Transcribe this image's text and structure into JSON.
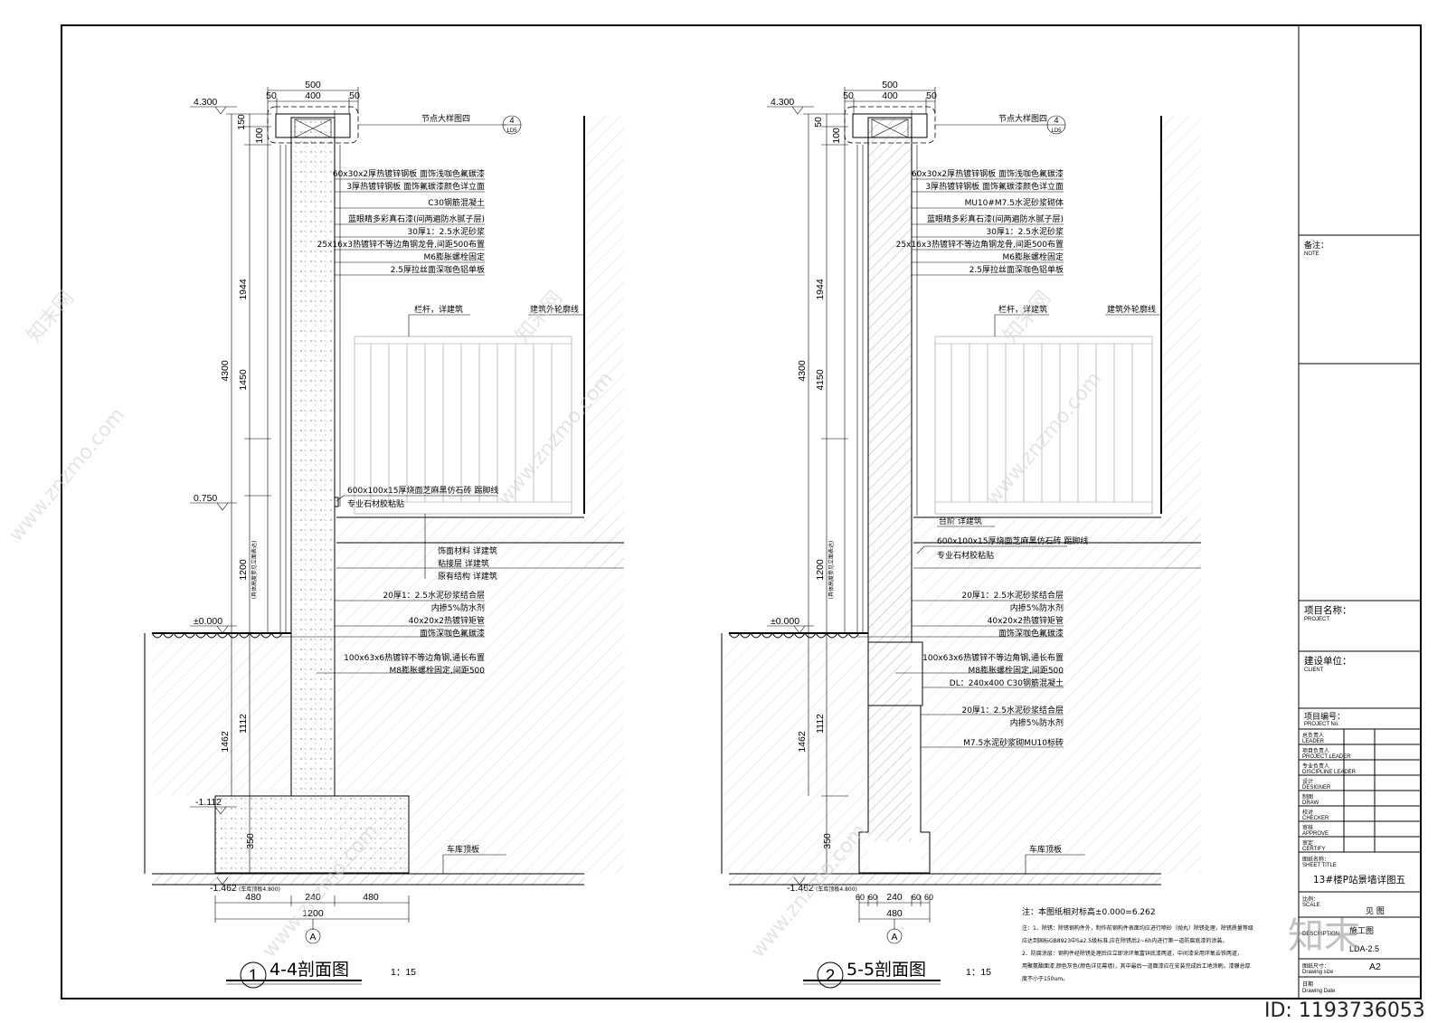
{
  "sections": [
    {
      "id": "4-4",
      "number": "1",
      "title": "4-4剖面图",
      "scale": "1：15",
      "top_dims": {
        "total": "500",
        "left": "50",
        "mid": "400",
        "right": "50"
      },
      "left_dims": {
        "a": "150",
        "b": "100",
        "c": "1944",
        "d": "4300",
        "e": "1450",
        "f": "1200",
        "g": "1462",
        "h": "1112",
        "i": "350"
      },
      "note_1200": "(具体高度参见立面表达)",
      "elevations": {
        "top": "4.300",
        "mid": "0.750",
        "zero": "±0.000",
        "low": "-1.112",
        "bottom": "-1.462",
        "bottom_note": "(车库顶板4.800)"
      },
      "bottom_dims": {
        "left": "480",
        "mid": "240",
        "right": "480",
        "total": "1200"
      },
      "axis": "A",
      "node_ref": {
        "label": "节点大样图四",
        "num": "4",
        "sub": "LD5"
      },
      "callouts": [
        "60x30x2厚热镀锌钢板  面饰浅咖色氟碳漆",
        "3厚热镀锌钢板  面饰氟碳漆颜色详立面",
        "C30钢筋混凝土",
        "蓝眼睛多彩真石漆(间两遍防水腻子层)",
        "30厚1：2.5水泥砂浆",
        "25x16x3热镀锌不等边角钢龙骨,间距500布置",
        "M6膨胀螺栓固定",
        "2.5厚拉丝面深咖色铝单板"
      ],
      "rail_label": "栏杆，详建筑",
      "outline_label": "建筑外轮廓线",
      "plinth_label": "600x100x15厚烧面芝麻黑仿石砖  踢脚线",
      "plinth_sub": "专业石材胶粘贴",
      "layer_labels": [
        "饰面材料  详建筑",
        "粘接层  详建筑",
        "原有结构  详建筑"
      ],
      "lower_callouts": [
        "20厚1：2.5水泥砂浆结合层",
        "内掺5%防水剂",
        "40x20x2热镀锌矩管",
        "面饰深咖色氟碳漆",
        "100x63x6热镀锌不等边角钢,通长布置",
        "M8膨胀螺栓固定,间距500"
      ],
      "slab_label": "车库顶板"
    },
    {
      "id": "5-5",
      "number": "2",
      "title": "5-5剖面图",
      "scale": "1：15",
      "top_dims": {
        "total": "500",
        "left": "50",
        "mid": "400",
        "right": "50"
      },
      "left_dims": {
        "a": "50",
        "b": "100",
        "c": "1944",
        "d": "4300",
        "e": "4150",
        "f": "1200",
        "g": "1462",
        "h": "1112",
        "i": "350"
      },
      "note_1200": "(具体高度参见立面表达)",
      "elevations": {
        "top": "4.300",
        "zero": "±0.000",
        "bottom": "-1.462",
        "bottom_note": "(车库顶板4.800)"
      },
      "bottom_dims": {
        "a": "60",
        "b": "60",
        "mid": "240",
        "c": "60",
        "d": "60",
        "total": "480"
      },
      "axis": "A",
      "node_ref": {
        "label": "节点大样图四",
        "num": "4",
        "sub": "LD5"
      },
      "callouts": [
        "60x30x2厚热镀锌钢板  面饰浅咖色氟碳漆",
        "3厚热镀锌钢板  面饰氟碳漆颜色详立面",
        "MU10#M7.5水泥砂浆砌体",
        "蓝眼睛多彩真石漆(间两遍防水腻子层)",
        "30厚1：2.5水泥砂浆",
        "25x16x3热镀锌不等边角钢龙骨,间距500布置",
        "M6膨胀螺栓固定",
        "2.5厚拉丝面深咖色铝单板"
      ],
      "rail_label": "栏杆，详建筑",
      "outline_label": "建筑外轮廓线",
      "step_label": "台阶  详建筑",
      "plinth_label": "600x100x15厚烧面芝麻黑仿石砖  踢脚线",
      "plinth_sub": "专业石材胶粘贴",
      "lower_callouts": [
        "20厚1：2.5水泥砂浆结合层",
        "内掺5%防水剂",
        "40x20x2热镀锌矩管",
        "面饰深咖色氟碳漆",
        "100x63x6热镀锌不等边角钢,通长布置",
        "M8膨胀螺栓固定,间距500",
        "DL：240x400  C30钢筋混凝土",
        "20厚1：2.5水泥砂浆结合层",
        "内掺5%防水剂",
        "M7.5水泥砂浆砌MU10标砖"
      ],
      "slab_label": "车库顶板"
    }
  ],
  "notes": {
    "n1": "注：本图纸相对标高±0.000=6.262",
    "n2a": "注：1、除锈：除锈钢构件外，制作前钢构件表面均应进行喷砂（抛丸）除锈处理，除锈质量等级",
    "n2b": "应达到国标GB8923中Sa2.5级标准,应在除锈后2~6h内进行第一道防腐底漆的涂装。",
    "n2c": "2、防腐涂层：钢构件经除锈处理后应立即涂环氧富锌底漆两道，中间漆采用环氧云铁两道，",
    "n2d": "用聚氨酯面漆,颜色灰色(颜色详见幕墙)，其中最后一道面漆应在安装完成后工地涂刷。漆膜总厚",
    "n2e": "度不小于150um。"
  },
  "title_block": {
    "note_cn": "备注：",
    "note_en": "NOTE",
    "project_cn": "项目名称：",
    "project_en": "PROJECT",
    "client_cn": "建设单位：",
    "client_en": "CLIENT",
    "project_no_cn": "项目编号：",
    "project_no_en": "PROJECT No.",
    "roles": [
      {
        "cn": "总负责人",
        "en": "LEADER"
      },
      {
        "cn": "项目负责人",
        "en": "PROJECT LEADER"
      },
      {
        "cn": "专业负责人",
        "en": "DISCIPLINE LEADER"
      },
      {
        "cn": "设计",
        "en": "DESIGNER"
      },
      {
        "cn": "制图",
        "en": "DRAW"
      },
      {
        "cn": "校对",
        "en": "CHECKER"
      },
      {
        "cn": "审核",
        "en": "APPROVE"
      },
      {
        "cn": "审定",
        "en": "CERTIFY"
      }
    ],
    "sheet_title_cn": "图纸名称：",
    "sheet_title_en": "SHEET TITLE",
    "sheet_title": "13#楼P站景墙详图五",
    "scale_cn": "比例：",
    "scale_en": "SCALE",
    "scale_val": "见 图",
    "stage_val": "施工图",
    "stage_en": "DESCRIPTION",
    "sheet_no": "LDA-2.5",
    "size_cn": "图纸尺寸：",
    "size_en": "Drawing size",
    "size_val": "A2",
    "date_cn": "日期",
    "date_en": "Drawing Date"
  },
  "watermark": {
    "site": "www.znzmo.com",
    "brand": "知末网",
    "logo": "知末",
    "id": "ID: 1193736053"
  }
}
